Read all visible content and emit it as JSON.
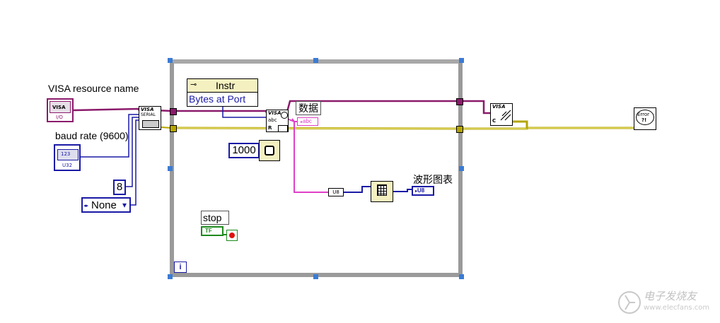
{
  "controls": {
    "visa_label": "VISA resource name",
    "visa_terminal_text": "VISA",
    "visa_terminal_sub": "I/O",
    "baud_label": "baud rate (9600)",
    "baud_terminal_text": "123",
    "baud_terminal_sub": "U32",
    "data_bits_value": "8",
    "parity_value": "None",
    "parity_arrow": "▾",
    "parity_dec": "◂▸"
  },
  "serial_config": {
    "top": "VISA",
    "sub": "SERIAL"
  },
  "property_node": {
    "class": "Instr",
    "property": "Bytes at Port"
  },
  "visa_read": {
    "top": "VISA",
    "mid": "abc",
    "mode": "R"
  },
  "data_indicator": {
    "label": "数据",
    "terminal": "abc"
  },
  "wait_constant": "1000",
  "convert": {
    "label": "U8"
  },
  "waveform": {
    "label": "波形图表",
    "terminal": "U8"
  },
  "stop": {
    "label": "stop",
    "terminal": "TF"
  },
  "loop_iteration": "i",
  "visa_close": {
    "top": "VISA",
    "sub": "C"
  },
  "error_handler": {
    "text": "Error",
    "sub": "?!"
  },
  "watermark": {
    "cn": "电子发烧友",
    "url": "www.elecfans.com"
  },
  "colors": {
    "visa_wire": "#8b1a6b",
    "error_wire": "#b5a500",
    "number_wire": "#1a1aa6",
    "string_wire": "#e040c8",
    "bool_wire": "#1e8a1e",
    "loop_border": "#9a9a9a"
  }
}
